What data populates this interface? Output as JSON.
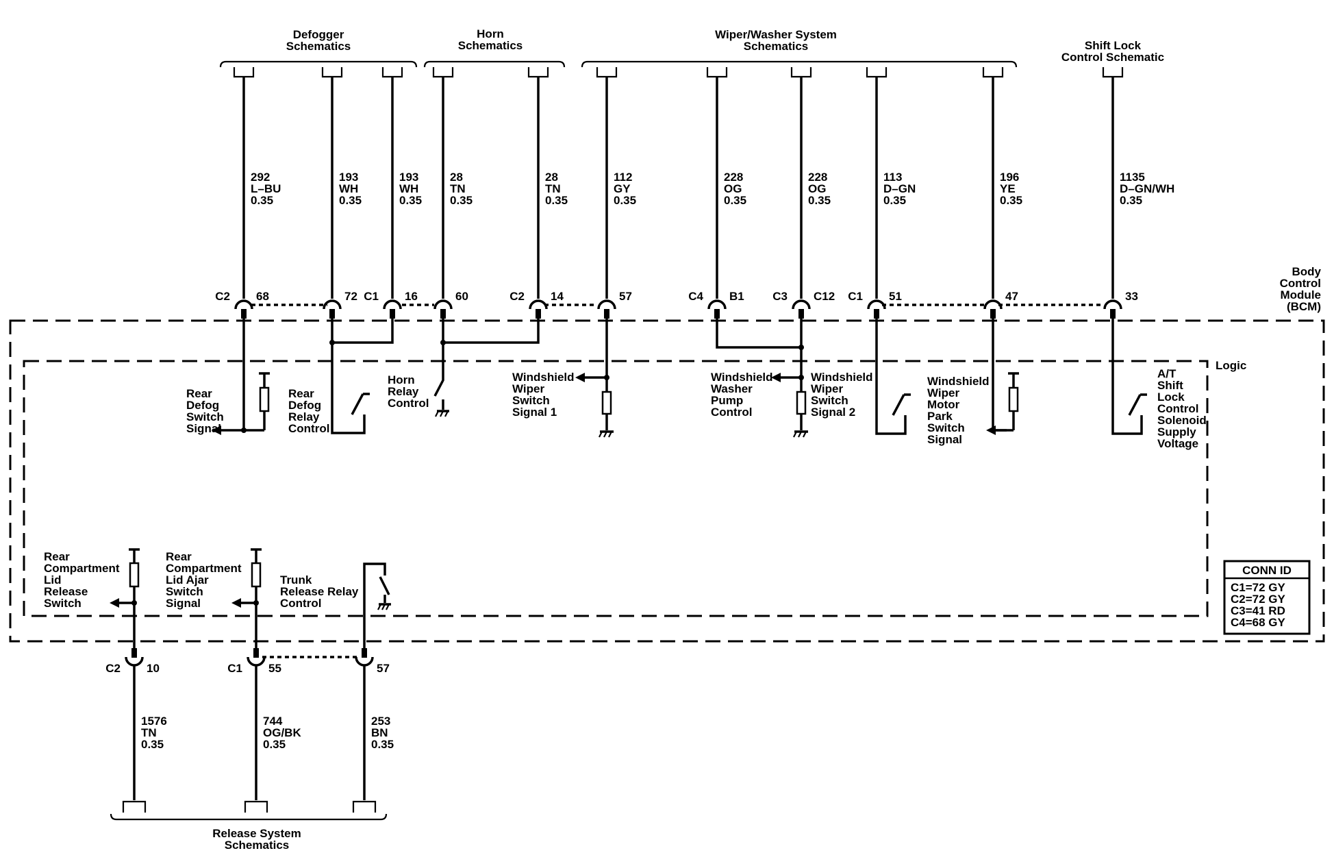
{
  "groups": {
    "defogger": [
      "Defogger",
      "Schematics"
    ],
    "horn": [
      "Horn",
      "Schematics"
    ],
    "wiper": [
      "Wiper/Washer System",
      "Schematics"
    ],
    "shiftlock": [
      "Shift Lock",
      "Control Schematic"
    ],
    "release": [
      "Release System",
      "Schematics"
    ]
  },
  "module": {
    "name": [
      "Body",
      "Control",
      "Module",
      "(BCM)"
    ],
    "logic": "Logic"
  },
  "conn_id": {
    "title": "CONN ID",
    "rows": [
      "C1=72 GY",
      "C2=72 GY",
      "C3=41 RD",
      "C4=68 GY"
    ]
  },
  "wires": [
    {
      "circuit": "292",
      "color": "L–BU",
      "gauge": "0.35",
      "conn": "C2",
      "pin": "68"
    },
    {
      "circuit": "193",
      "color": "WH",
      "gauge": "0.35",
      "conn": "",
      "pin": "72"
    },
    {
      "circuit": "193",
      "color": "WH",
      "gauge": "0.35",
      "conn": "C1",
      "pin": "16"
    },
    {
      "circuit": "28",
      "color": "TN",
      "gauge": "0.35",
      "conn": "",
      "pin": "60"
    },
    {
      "circuit": "28",
      "color": "TN",
      "gauge": "0.35",
      "conn": "C2",
      "pin": "14"
    },
    {
      "circuit": "112",
      "color": "GY",
      "gauge": "0.35",
      "conn": "",
      "pin": "57"
    },
    {
      "circuit": "228",
      "color": "OG",
      "gauge": "0.35",
      "conn": "C4",
      "pin": "B1"
    },
    {
      "circuit": "228",
      "color": "OG",
      "gauge": "0.35",
      "conn": "C3",
      "pin": "C12"
    },
    {
      "circuit": "113",
      "color": "D–GN",
      "gauge": "0.35",
      "conn": "C1",
      "pin": "51"
    },
    {
      "circuit": "196",
      "color": "YE",
      "gauge": "0.35",
      "conn": "",
      "pin": "47"
    },
    {
      "circuit": "1135",
      "color": "D–GN/WH",
      "gauge": "0.35",
      "conn": "",
      "pin": "33"
    }
  ],
  "bottom_wires": [
    {
      "circuit": "1576",
      "color": "TN",
      "gauge": "0.35",
      "conn": "C2",
      "pin": "10"
    },
    {
      "circuit": "744",
      "color": "OG/BK",
      "gauge": "0.35",
      "conn": "C1",
      "pin": "55"
    },
    {
      "circuit": "253",
      "color": "BN",
      "gauge": "0.35",
      "conn": "",
      "pin": "57"
    }
  ],
  "functions": {
    "rear_defog_switch": [
      "Rear",
      "Defog",
      "Switch",
      "Signal"
    ],
    "rear_defog_relay": [
      "Rear",
      "Defog",
      "Relay",
      "Control"
    ],
    "horn_relay": [
      "Horn",
      "Relay",
      "Control"
    ],
    "wiper_switch_1": [
      "Windshield",
      "Wiper",
      "Switch",
      "Signal 1"
    ],
    "washer_pump": [
      "Windshield",
      "Washer",
      "Pump",
      "Control"
    ],
    "wiper_switch_2": [
      "Windshield",
      "Wiper",
      "Switch",
      "Signal 2"
    ],
    "wiper_park": [
      "Windshield",
      "Wiper",
      "Motor",
      "Park",
      "Switch",
      "Signal"
    ],
    "shift_lock": [
      "A/T",
      "Shift",
      "Lock",
      "Control",
      "Solenoid",
      "Supply",
      "Voltage"
    ],
    "lid_release": [
      "Rear",
      "Compartment",
      "Lid",
      "Release",
      "Switch"
    ],
    "lid_ajar": [
      "Rear",
      "Compartment",
      "Lid Ajar",
      "Switch",
      "Signal"
    ],
    "trunk_relay": [
      "Trunk",
      "Release Relay",
      "Control"
    ]
  }
}
